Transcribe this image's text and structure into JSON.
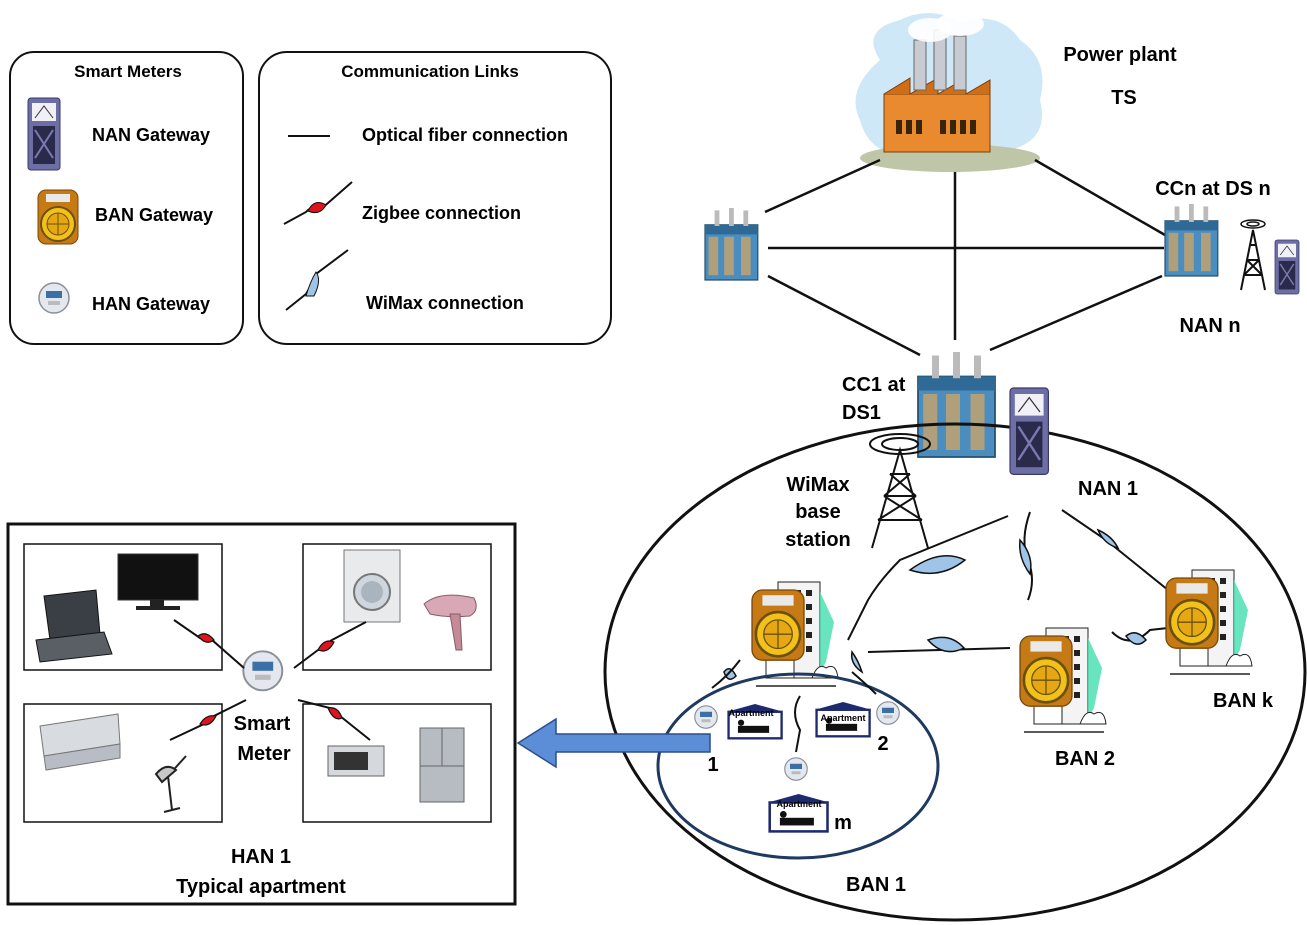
{
  "legend_meters": {
    "title": "Smart Meters",
    "items": [
      {
        "label": "NAN Gateway",
        "icon": "nan-gateway-meter-icon"
      },
      {
        "label": "BAN Gateway",
        "icon": "ban-gateway-meter-icon"
      },
      {
        "label": "HAN Gateway",
        "icon": "han-gateway-meter-icon"
      }
    ]
  },
  "legend_links": {
    "title": "Communication Links",
    "items": [
      {
        "label": "Optical fiber connection",
        "icon": "optical-fiber-line-icon"
      },
      {
        "label": "Zigbee connection",
        "icon": "zigbee-link-icon"
      },
      {
        "label": "WiMax connection",
        "icon": "wimax-link-icon"
      }
    ]
  },
  "power_plant": {
    "label": "Power plant",
    "sublabel": "TS"
  },
  "ccn": {
    "label": "CCn at DS n",
    "nan_label": "NAN n"
  },
  "cc1": {
    "label_line1": "CC1 at",
    "label_line2": "DS1"
  },
  "wimax_station": {
    "line1": "WiMax",
    "line2": "base",
    "line3": "station"
  },
  "nan1_label": "NAN 1",
  "ban_labels": {
    "ban1": "BAN 1",
    "ban2": "BAN 2",
    "bank": "BAN k"
  },
  "apartments": {
    "sign": "Apartment",
    "indices": [
      "1",
      "2",
      "m"
    ]
  },
  "han_panel": {
    "smart_meter_line1": "Smart",
    "smart_meter_line2": "Meter",
    "title_line1": "HAN 1",
    "title_line2": "Typical apartment"
  },
  "colors": {
    "zigbee": "#e0141e",
    "wimax": "#9ec4e8",
    "arrow": "#5b8ed6",
    "ban_ellipse": "#1f3a5f",
    "substation": "#3f7fb2",
    "meter_orange": "#d88a10"
  }
}
